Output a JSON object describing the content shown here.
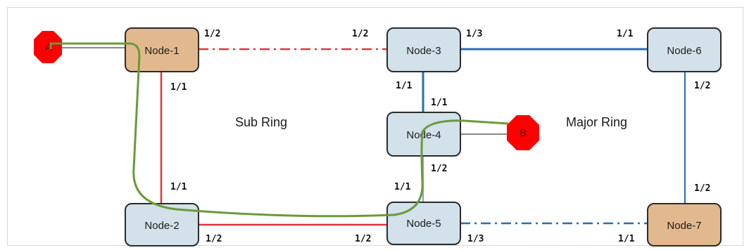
{
  "nodes": {
    "node1": {
      "label": "Node-1",
      "fill": "#e2b98e"
    },
    "node2": {
      "label": "Node-2",
      "fill": "#d2e1ea"
    },
    "node3": {
      "label": "Node-3",
      "fill": "#d2e1ea"
    },
    "node4": {
      "label": "Node-4",
      "fill": "#d2e1ea"
    },
    "node5": {
      "label": "Node-5",
      "fill": "#d2e1ea"
    },
    "node6": {
      "label": "Node-6",
      "fill": "#d2e1ea"
    },
    "node7": {
      "label": "Node-7",
      "fill": "#e2b98e"
    }
  },
  "endpoints": {
    "a": {
      "label": "A",
      "fill": "#ff0000"
    },
    "b": {
      "label": "B",
      "fill": "#ff0000"
    }
  },
  "rings": {
    "sub": "Sub Ring",
    "major": "Major Ring"
  },
  "ports": {
    "n1_right": "1/2",
    "n1_bottom": "1/1",
    "n3_left": "1/2",
    "n3_right": "1/3",
    "n3_bottom": "1/1",
    "n6_left": "1/1",
    "n6_bottom": "1/2",
    "n4_top": "1/1",
    "n4_bottom": "1/2",
    "n2_top": "1/1",
    "n2_right": "1/2",
    "n5_top": "1/1",
    "n5_left": "1/2",
    "n5_right": "1/3",
    "n7_top": "1/2",
    "n7_left": "1/1"
  },
  "colors": {
    "sub_ring": "#e8323c",
    "major_ring": "#2a6cb8",
    "path": "#6a9a3a",
    "node_border": "#2b2b2b"
  }
}
